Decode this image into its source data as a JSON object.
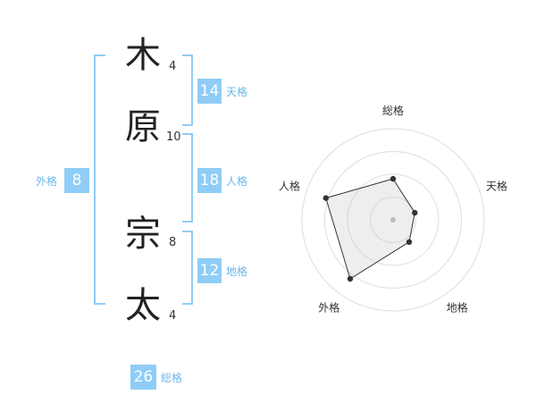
{
  "name": {
    "chars": [
      {
        "char": "木",
        "strokes": "4"
      },
      {
        "char": "原",
        "strokes": "10"
      },
      {
        "char": "宗",
        "strokes": "8"
      },
      {
        "char": "太",
        "strokes": "4"
      }
    ]
  },
  "fortunes": {
    "tenkaku": {
      "value": "14",
      "label": "天格"
    },
    "jinkaku": {
      "value": "18",
      "label": "人格"
    },
    "chikaku": {
      "value": "12",
      "label": "地格"
    },
    "gaikaku": {
      "value": "8",
      "label": "外格"
    },
    "soukaku": {
      "value": "26",
      "label": "総格"
    }
  },
  "colors": {
    "accent": "#8fcdf7",
    "accent_text": "#6cb8ea"
  },
  "chart_data": {
    "type": "radar",
    "axes": [
      "総格",
      "天格",
      "地格",
      "外格",
      "人格"
    ],
    "values": [
      1.8,
      1.0,
      1.2,
      3.2,
      3.1
    ],
    "r_max": 4,
    "rings": 4,
    "grid": true
  }
}
